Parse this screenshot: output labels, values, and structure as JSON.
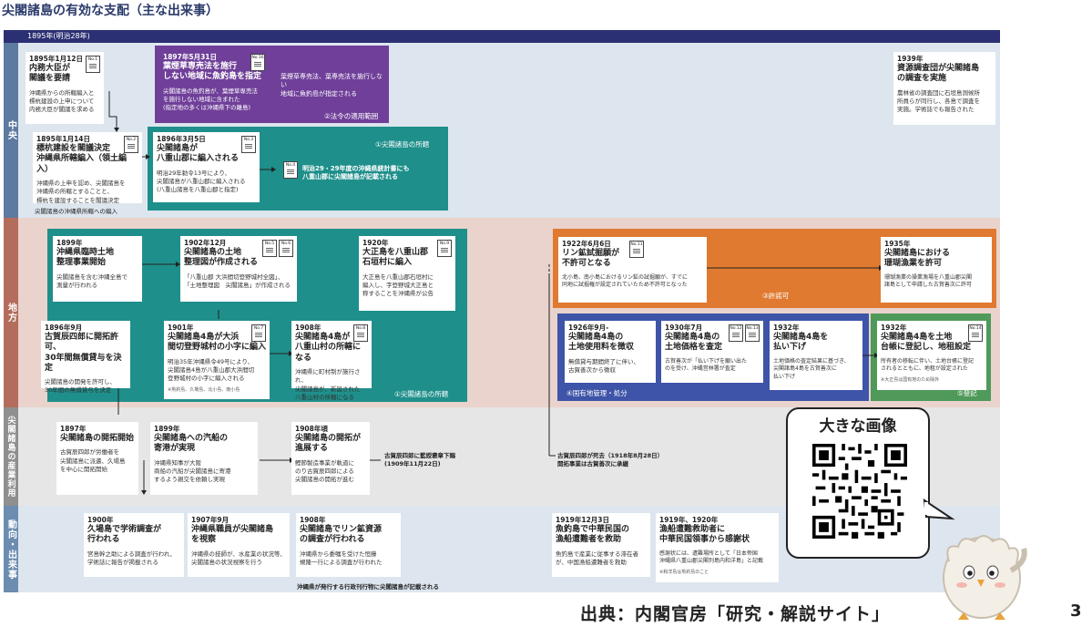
{
  "title": "尖閣諸島の有効な支配（主な出来事）",
  "year_bar": "1895年(明治28年)",
  "bands": {
    "central": "中央",
    "local": "地方",
    "industry": "尖閣諸島の産業利用",
    "events": "動向・出来事"
  },
  "groups": {
    "law": "②法令の適用範囲",
    "territory1": "①尖閣諸島の所轄",
    "territory2": "①尖閣諸島の所轄",
    "permit": "③許諾可",
    "state_land": "④国有地管理・処分",
    "registry": "⑤登記"
  },
  "central_left_note": "尖閣諸島の沖縄県所轄への編入",
  "cards": {
    "c1895": {
      "date": "1895年1月12日",
      "head": "内務大臣が\n閣議を要請",
      "no": "No.1",
      "body": "沖縄県からの所轄編入と\n標杭建設の上申について\n内務大臣が閣議を求める"
    },
    "c1895b": {
      "date": "1895年1月14日",
      "head": "標杭建設を閣議決定\n沖縄県所轄編入（領土編入）",
      "no": "No.2",
      "body": "沖縄県の上申を認め、尖閣諸島を\n沖縄県の所轄とすることと、\n標杭を建設することを閣議決定"
    },
    "c1897": {
      "date": "1897年5月31日",
      "head": "葉煙草専売法を施行\nしない地域に魚釣島を指定",
      "no": "No.16",
      "body": "尖閣諸島の魚釣島が、葉煙草専売法\nを施行しない地域に含まれた\n(指定地の多くは沖縄県下の離島)"
    },
    "c1896": {
      "date": "1896年3月5日",
      "head": "尖閣諸島が\n八重山郡に編入される",
      "no": "No.3",
      "body": "明治29年勅令13号により、\n尖閣諸島が八重山郡に編入される\n(八重山諸島を八重山郡と指定)"
    },
    "c1939": {
      "date": "1939年",
      "head": "資源調査団が尖閣諸島\nの調査を実施",
      "body": "農林省の調査団に石垣島測候所\n所員らが同行し、各島で調査を\n実施。学術誌でも報告された"
    },
    "c1899": {
      "date": "1899年",
      "head": "沖縄県臨時土地\n整理事業開始",
      "body": "尖閣諸島を含む沖縄全島で\n測量が行われる"
    },
    "c1902": {
      "date": "1902年12月",
      "head": "尖閣諸島の土地\n整理図が作成される",
      "no": "No.5",
      "no2": "No.6",
      "body": "「八重山郡 大浜間切登野城村全図」、\n「土地整理図　尖閣諸島」が作成される"
    },
    "c1920": {
      "date": "1920年",
      "head": "大正島を八重山郡\n石垣村に編入",
      "no": "No.9",
      "body": "大正島を八重山郡石垣村に\n編入し、字登野城大正島と\n称することを沖縄県が公告"
    },
    "c1896m": {
      "date": "1896年9月",
      "head": "古賀辰四郎に開拓許可、\n30年間無償貸与を決定",
      "body": "尖閣諸島の開発を許可し、\n30年間の無償貸与を決定"
    },
    "c1901": {
      "date": "1901年",
      "head": "尖閣諸島4島が大浜\n間切登野城村の小字に編入",
      "no": "No.7",
      "body": "明治35年沖縄県令49号により、\n尖閣諸島4島が八重山郡大浜間切\n登野城村の小字に編入される",
      "foot": "※魚釣島、久場島、北小島、南小島"
    },
    "c1908": {
      "date": "1908年",
      "head": "尖閣諸島4島が\n八重山村の所轄になる",
      "no": "No.8",
      "body": "沖縄県に町村制が施行され、\n尖閣諸島が、新設された\n八重山村の所轄になる"
    },
    "c1922": {
      "date": "1922年6月6日",
      "head": "リン鉱試掘願が\n不許可となる",
      "no": "No.11",
      "body": "北小島、南小島におけるリン鉱の試掘願が、すでに\n同地に試掘権が設定されていたため不許可となった"
    },
    "c1935": {
      "date": "1935年",
      "head": "尖閣諸島における\n珊瑚漁業を許可",
      "body": "珊瑚漁業の操業漁場を八重山郡尖閣\n諸島として申請した古賀善次に許可"
    },
    "c1926": {
      "date": "1926年9月-",
      "head": "尖閣諸島4島の\n土地使用料を徴収",
      "body": "無償貸与期間終了に伴い、\n古賀善次から徴収"
    },
    "c1930": {
      "date": "1930年7月",
      "head": "尖閣諸島4島の\n土地価格を査定",
      "no": "No.12",
      "no2": "No.13",
      "body": "古賀善次が「払い下げを願い出た\nのを受け、沖縄営林署が査定"
    },
    "c1932": {
      "date": "1932年",
      "head": "尖閣諸島4島を\n払い下げ",
      "body": "土地価格の査定結果に基づき、\n尖閣諸島4島を古賀善次に\n払い下げ"
    },
    "c1932b": {
      "date": "1932年",
      "head": "尖閣諸島4島を土地\n台帳に登記し、地租設定",
      "no": "No.14",
      "body": "所有者の移転に伴い、土地台帳に登記\nされるとともに、地租が設定された",
      "foot": "※大正島は国有地のため除外"
    },
    "c1897i": {
      "date": "1897年",
      "head": "尖閣諸島の開拓開始",
      "body": "古賀辰四郎が労働者を\n尖閣諸島に派遣、久場島\nを中心に開拓開始"
    },
    "c1899i": {
      "date": "1899年",
      "head": "尖閣諸島への汽船の\n寄港が実現",
      "body": "沖縄県知事が大阪\n商船の汽船が尖閣諸島に寄港\nするよう親交を依頼し実現"
    },
    "c1908i": {
      "date": "1908年頃",
      "head": "尖閣諸島の開拓が\n進展する",
      "body": "鰹節製造事業が軌道に\nのり古賀辰四郎による\n尖閣諸島の開拓が進む"
    },
    "c1900": {
      "date": "1900年",
      "head": "久場島で学術調査が\n行われる",
      "body": "宮島幹之助による調査が行われ、\n学術誌に報告が掲載される"
    },
    "c1907": {
      "date": "1907年9月",
      "head": "沖縄県職員が尖閣諸島\nを視察",
      "body": "沖縄県の技師が、水産業の状況等、\n尖閣諸島の状況視察を行う"
    },
    "c1908e": {
      "date": "1908年",
      "head": "尖閣諸島でリン鉱資源\nの調査が行われる",
      "body": "沖縄県から委嘱を受けた恒藤\n規隆一行による調査が行われた"
    },
    "c1919": {
      "date": "1919年12月3日",
      "head": "魚釣島で中華民国の\n漁船遭難者を救助",
      "body": "魚釣島で産業に従事する滞在者\nが、中国漁船遭難者を救助"
    },
    "c1920e": {
      "date": "1919年、1920年",
      "head": "漁船遭難救助者に\n中華民国領事から感謝状",
      "body": "感謝状には、遭難場所として「日本帝国\n沖縄県八重山郡尖閣列島内和洋島」と記載",
      "foot": "※和洋島は魚釣島のこと"
    }
  },
  "notes": {
    "purple_right": "葉煙草専売法、葉専売法を施行しない\n地域に魚釣島が指定される",
    "no4_badge": "No.4",
    "no4_text": "明治29・29年度の沖縄県統計書にも\n八重山郡に尖閣諸島が記載される",
    "koga_trend": "古賀辰四郎に藍綬褒章下賜\n(1909年11月22日)",
    "koga_death": "古賀辰四郎が死去（1918年8月28日）\n開拓事業は古賀善次に承継",
    "statistics": "沖縄県が発行する行政刊行物に尖閣諸島が記載される"
  },
  "qr": {
    "title": "大きな画像"
  },
  "source": "出典：内閣官房「研究・解説サイト」",
  "page_number": "3",
  "colors": {
    "navy": "#2b2f73",
    "purple": "#6f3f99",
    "teal": "#1f8f8b",
    "orange": "#e07a30",
    "blue": "#3e54a8",
    "green": "#4f9a5a"
  }
}
